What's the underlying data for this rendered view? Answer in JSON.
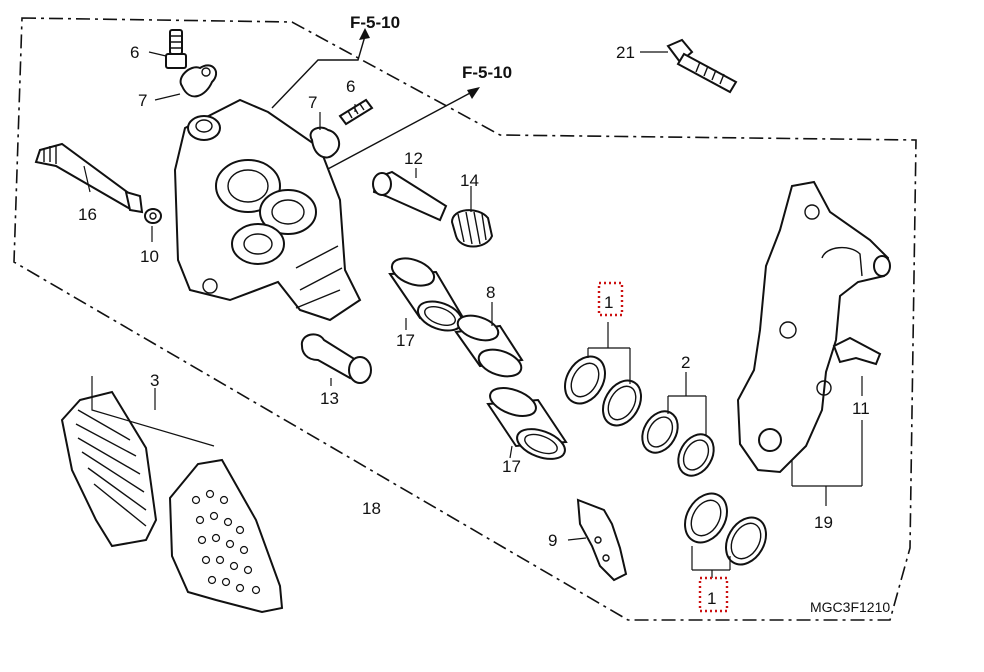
{
  "refs": {
    "ref_a": "F-5-10",
    "ref_b": "F-5-10"
  },
  "labels": {
    "p1_top": "1",
    "p1_bottom": "1",
    "p2": "2",
    "p3": "3",
    "p6_left": "6",
    "p6_right": "6",
    "p7_left": "7",
    "p7_right": "7",
    "p8": "8",
    "p9": "9",
    "p10": "10",
    "p11": "11",
    "p12": "12",
    "p13": "13",
    "p14": "14",
    "p16": "16",
    "p17_top": "17",
    "p17_bottom": "17",
    "p18": "18",
    "p19": "19",
    "p21": "21"
  },
  "diagram_code": "MGC3F1210",
  "highlight_color": "#cc1111"
}
